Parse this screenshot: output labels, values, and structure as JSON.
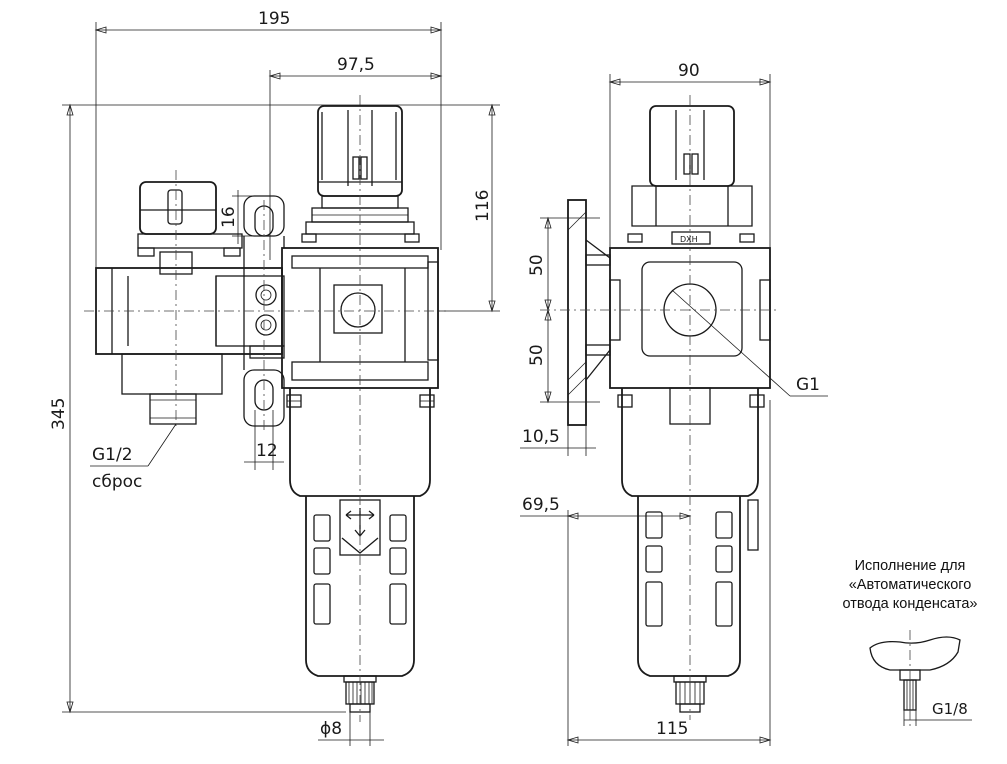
{
  "dimensions": {
    "width_195": "195",
    "width_97_5": "97,5",
    "height_116": "116",
    "height_16": "16",
    "height_345": "345",
    "width_12": "12",
    "thread_g1_2": "G1/2",
    "label_sbros": "сброс",
    "dia_8": "ϕ8",
    "width_90": "90",
    "height_50_top": "50",
    "height_50_bottom": "50",
    "port_g1": "G1",
    "offset_10_5": "10,5",
    "offset_69_5": "69,5",
    "width_115": "115",
    "thread_g1_8": "G1/8",
    "nut_label": "DXH"
  },
  "note": {
    "line1": "Исполнение для",
    "line2": "«Автоматического",
    "line3": "отвода конденсата»"
  }
}
